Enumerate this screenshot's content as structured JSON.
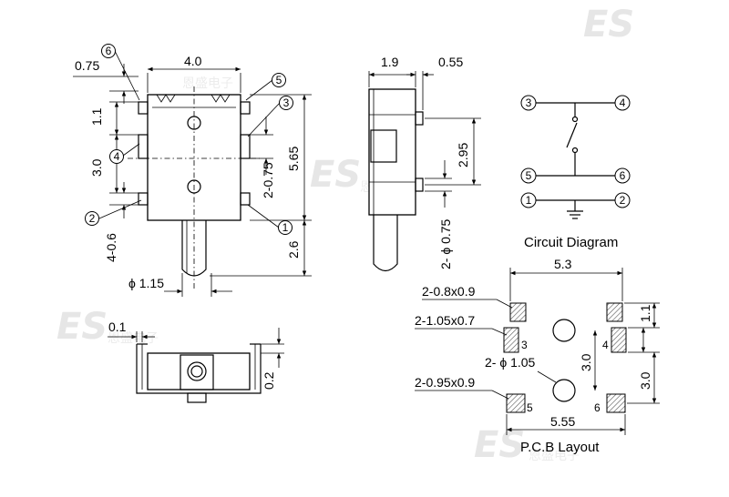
{
  "watermark": {
    "logo": "ES",
    "chars": "恩盛电子"
  },
  "top_view": {
    "dims": {
      "width": "4.0",
      "pitch_top": "0.75",
      "pad_11": "1.1",
      "pad_30": "3.0",
      "height": "5.65",
      "side_pads": "2-0.75",
      "bottom_pads": "4-0.6",
      "stem": "2.6",
      "stem_dia": "ϕ 1.15"
    },
    "pins": [
      "1",
      "2",
      "3",
      "4",
      "5",
      "6"
    ]
  },
  "side_view": {
    "dims": {
      "depth": "1.9",
      "tab": "0.55",
      "tab_pitch": "2.95",
      "post_dia": "2- ϕ 0.75"
    }
  },
  "front_view": {
    "dims": {
      "lip": "0.1",
      "height": "0.2"
    }
  },
  "circuit": {
    "title": "Circuit Diagram",
    "pins": [
      "3",
      "4",
      "5",
      "6",
      "1",
      "2"
    ]
  },
  "pcb": {
    "title": "P.C.B Layout",
    "dims": {
      "top_w": "5.3",
      "pad_a": "2-0.8x0.9",
      "pad_b": "2-1.05x0.7",
      "hole": "2- ϕ 1.05",
      "pad_c": "2-0.95x0.9",
      "bottom_w": "5.55",
      "v1": "1.1",
      "v2": "3.0",
      "v3": "3.0"
    },
    "pad_labels": [
      "3",
      "4",
      "5",
      "6"
    ]
  }
}
